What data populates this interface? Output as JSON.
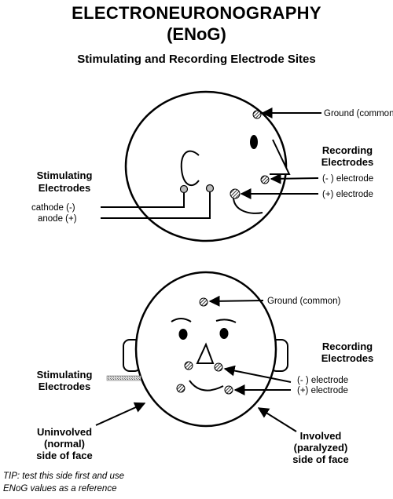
{
  "title_line1": "ELECTRONEURONOGRAPHY",
  "title_line2": "(ENoG)",
  "subtitle": "Stimulating and Recording Electrode Sites",
  "top_diagram": {
    "ground": "Ground (common)",
    "recording_line1": "Recording",
    "recording_line2": "Electrodes",
    "neg_electrode": "(- ) electrode",
    "pos_electrode": "(+) electrode",
    "stimulating_line1": "Stimulating",
    "stimulating_line2": "Electrodes",
    "cathode": "cathode (-)",
    "anode": "anode (+)"
  },
  "bottom_diagram": {
    "ground": "Ground (common)",
    "recording_line1": "Recording",
    "recording_line2": "Electrodes",
    "neg_electrode": "(- ) electrode",
    "pos_electrode": "(+) electrode",
    "stimulating_line1": "Stimulating",
    "stimulating_line2": "Electrodes",
    "uninvolved_line1": "Uninvolved",
    "uninvolved_line2": "(normal)",
    "uninvolved_line3": "side of face",
    "involved_line1": "Involved",
    "involved_line2": "(paralyzed)",
    "involved_line3": "side of face"
  },
  "tip_line1": "TIP: test this side first and use",
  "tip_line2": "ENoG values as a reference"
}
